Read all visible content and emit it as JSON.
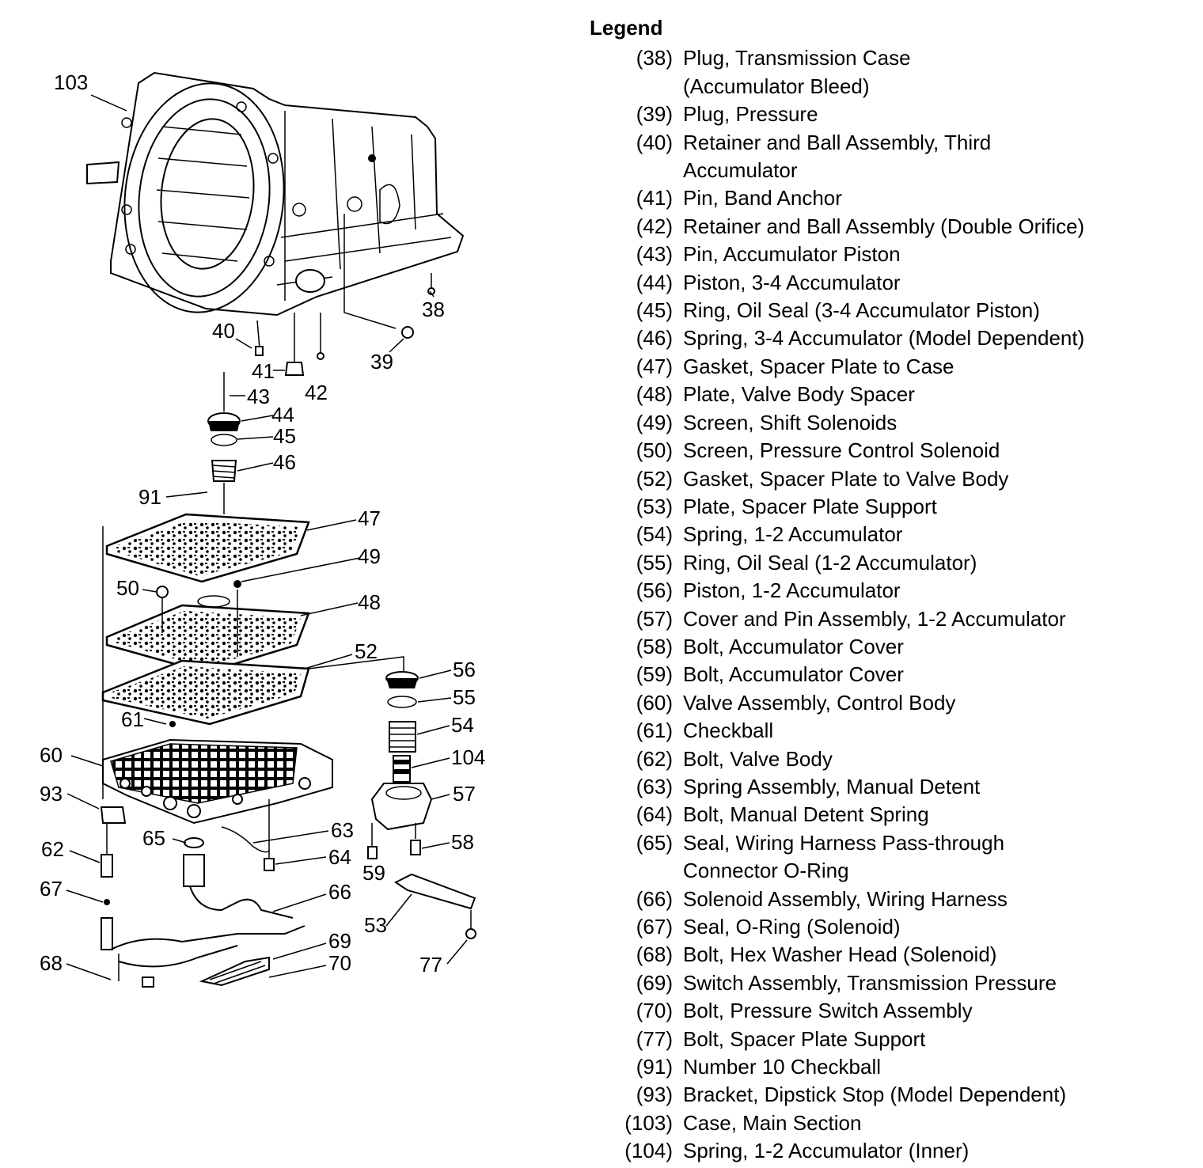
{
  "legend": {
    "title": "Legend",
    "items": [
      {
        "num": "(38)",
        "line1": "Plug, Transmission Case",
        "line2": "(Accumulator Bleed)"
      },
      {
        "num": "(39)",
        "line1": "Plug, Pressure"
      },
      {
        "num": "(40)",
        "line1": "Retainer and Ball Assembly, Third",
        "line2": "Accumulator"
      },
      {
        "num": "(41)",
        "line1": "Pin, Band Anchor"
      },
      {
        "num": "(42)",
        "line1": "Retainer and Ball Assembly (Double Orifice)"
      },
      {
        "num": "(43)",
        "line1": "Pin, Accumulator Piston"
      },
      {
        "num": "(44)",
        "line1": "Piston, 3-4 Accumulator"
      },
      {
        "num": "(45)",
        "line1": "Ring, Oil Seal (3-4 Accumulator Piston)"
      },
      {
        "num": "(46)",
        "line1": "Spring, 3-4 Accumulator (Model Dependent)"
      },
      {
        "num": "(47)",
        "line1": "Gasket, Spacer Plate to Case"
      },
      {
        "num": "(48)",
        "line1": "Plate, Valve Body Spacer"
      },
      {
        "num": "(49)",
        "line1": "Screen, Shift Solenoids"
      },
      {
        "num": "(50)",
        "line1": "Screen, Pressure Control Solenoid"
      },
      {
        "num": "(52)",
        "line1": "Gasket, Spacer Plate to Valve Body"
      },
      {
        "num": "(53)",
        "line1": "Plate, Spacer Plate Support"
      },
      {
        "num": "(54)",
        "line1": "Spring, 1-2 Accumulator"
      },
      {
        "num": "(55)",
        "line1": "Ring, Oil Seal (1-2 Accumulator)"
      },
      {
        "num": "(56)",
        "line1": "Piston, 1-2 Accumulator"
      },
      {
        "num": "(57)",
        "line1": "Cover and Pin Assembly, 1-2 Accumulator"
      },
      {
        "num": "(58)",
        "line1": "Bolt, Accumulator Cover"
      },
      {
        "num": "(59)",
        "line1": "Bolt, Accumulator Cover"
      },
      {
        "num": "(60)",
        "line1": "Valve Assembly, Control Body"
      },
      {
        "num": "(61)",
        "line1": "Checkball"
      },
      {
        "num": "(62)",
        "line1": "Bolt, Valve Body"
      },
      {
        "num": "(63)",
        "line1": "Spring Assembly, Manual Detent"
      },
      {
        "num": "(64)",
        "line1": "Bolt, Manual Detent Spring"
      },
      {
        "num": "(65)",
        "line1": "Seal, Wiring Harness Pass-through",
        "line2": "Connector O-Ring"
      },
      {
        "num": "(66)",
        "line1": "Solenoid Assembly, Wiring Harness"
      },
      {
        "num": "(67)",
        "line1": "Seal, O-Ring (Solenoid)"
      },
      {
        "num": "(68)",
        "line1": "Bolt, Hex Washer Head (Solenoid)"
      },
      {
        "num": "(69)",
        "line1": "Switch Assembly, Transmission Pressure"
      },
      {
        "num": "(70)",
        "line1": "Bolt, Pressure Switch Assembly"
      },
      {
        "num": "(77)",
        "line1": "Bolt, Spacer Plate Support"
      },
      {
        "num": "(91)",
        "line1": "Number 10 Checkball"
      },
      {
        "num": "(93)",
        "line1": "Bracket, Dipstick Stop (Model Dependent)"
      },
      {
        "num": "(103)",
        "line1": "Case, Main Section"
      },
      {
        "num": "(104)",
        "line1": "Spring, 1-2 Accumulator (Inner)"
      }
    ]
  },
  "callouts": {
    "c103": "103",
    "c38": "38",
    "c39": "39",
    "c40": "40",
    "c41": "41",
    "c42": "42",
    "c43": "43",
    "c44": "44",
    "c45": "45",
    "c46": "46",
    "c91": "91",
    "c47": "47",
    "c49": "49",
    "c50": "50",
    "c48": "48",
    "c52": "52",
    "c56": "56",
    "c55": "55",
    "c54": "54",
    "c61": "61",
    "c60": "60",
    "c104": "104",
    "c93": "93",
    "c57": "57",
    "c65": "65",
    "c63": "63",
    "c62": "62",
    "c64": "64",
    "c58": "58",
    "c59": "59",
    "c67": "67",
    "c66": "66",
    "c53": "53",
    "c69": "69",
    "c68": "68",
    "c70": "70",
    "c77": "77"
  }
}
